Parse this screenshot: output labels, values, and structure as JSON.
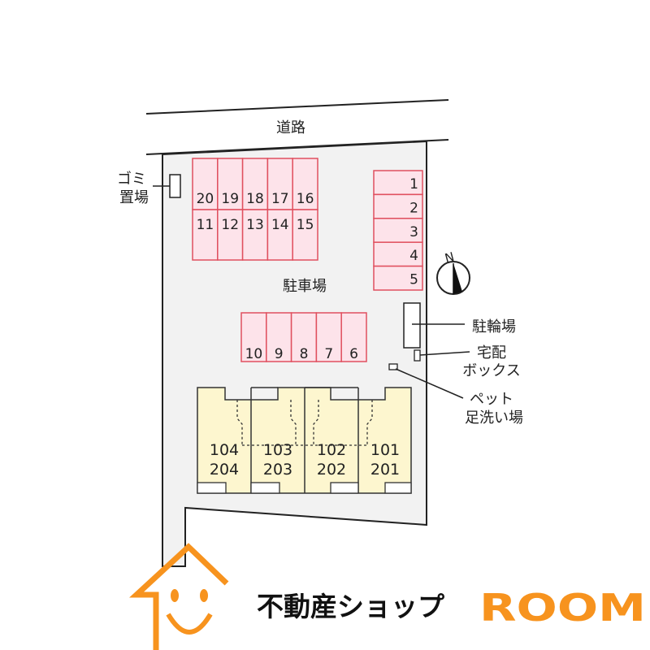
{
  "labels": {
    "road": "道路",
    "parking": "駐車場",
    "bicycle_parking": "駐輪場",
    "delivery_box_line1": "宅配",
    "delivery_box_line2": "ボックス",
    "pet_wash_line1": "ペット",
    "pet_wash_line2": "足洗い場",
    "garbage_line1": "ゴミ",
    "garbage_line2": "置場",
    "compass_north": "N"
  },
  "parking_top_row": [
    "20",
    "19",
    "18",
    "17",
    "16"
  ],
  "parking_bottom_row": [
    "11",
    "12",
    "13",
    "14",
    "15"
  ],
  "parking_right_column": [
    "1",
    "2",
    "3",
    "4",
    "5"
  ],
  "parking_middle_row": [
    "10",
    "9",
    "8",
    "7",
    "6"
  ],
  "units": [
    {
      "upper": "104",
      "lower": "204"
    },
    {
      "upper": "103",
      "lower": "203"
    },
    {
      "upper": "102",
      "lower": "202"
    },
    {
      "upper": "101",
      "lower": "201"
    }
  ],
  "logo": {
    "text": "不動産ショップ",
    "brand": "ROOM"
  },
  "colors": {
    "slot_fill": "#fde3ea",
    "slot_stroke": "#e0505f",
    "building_fill": "#fdf6cf",
    "lot_fill": "#f2f2f2",
    "logo_orange": "#f7931e"
  }
}
